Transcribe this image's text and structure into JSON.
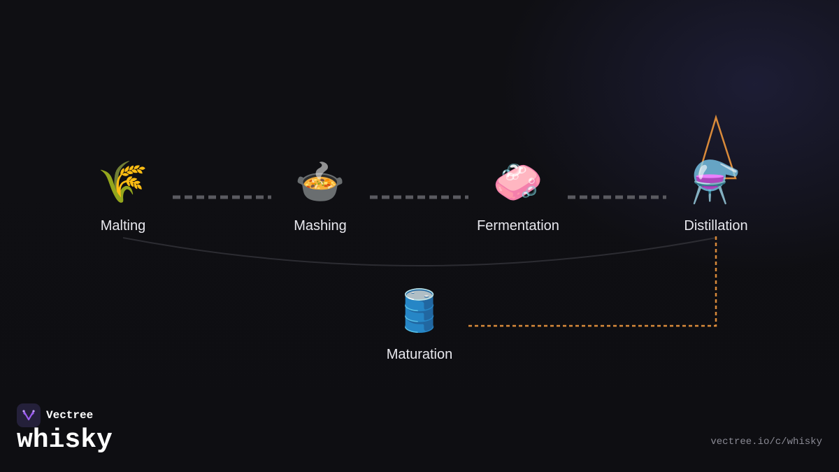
{
  "diagram": {
    "nodes": [
      {
        "id": "malting",
        "label": "Malting",
        "icon": "🌾",
        "icon_name": "wheat-icon"
      },
      {
        "id": "mashing",
        "label": "Mashing",
        "icon": "🍲",
        "icon_name": "pot-of-food-icon"
      },
      {
        "id": "fermentation",
        "label": "Fermentation",
        "icon": "🧼",
        "icon_name": "soap-bubbles-icon"
      },
      {
        "id": "distillation",
        "label": "Distillation",
        "icon": "⚗️",
        "icon_name": "alembic-icon"
      },
      {
        "id": "maturation",
        "label": "Maturation",
        "icon": "🛢️",
        "icon_name": "oil-drum-icon"
      }
    ],
    "edges": [
      {
        "from": "malting",
        "to": "mashing",
        "style": "dashed",
        "color": "#5a5a60"
      },
      {
        "from": "mashing",
        "to": "fermentation",
        "style": "dashed",
        "color": "#5a5a60"
      },
      {
        "from": "fermentation",
        "to": "distillation",
        "style": "dashed",
        "color": "#5a5a60"
      },
      {
        "from": "distillation",
        "to": "maturation",
        "style": "dashed",
        "color": "#d98a3a"
      }
    ],
    "highlight_color": "#d98a3a",
    "arc_color": "#2c2c32"
  },
  "brand": {
    "name": "Vectree",
    "topic": "whisky",
    "url": "vectree.io/c/whisky",
    "logo_icon": "vectree-logo-icon",
    "logo_color": "#9b5cf0"
  }
}
